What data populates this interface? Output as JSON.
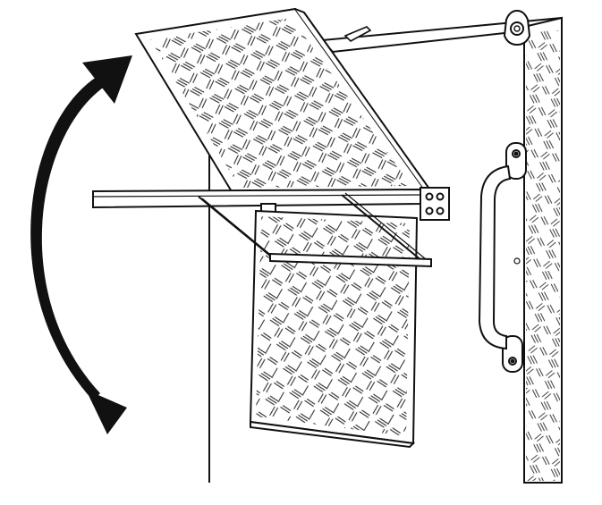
{
  "illustration": {
    "subject": "fold-down-step",
    "colors": {
      "line": "#111111",
      "fill": "#ffffff",
      "arrow": "#111111",
      "pattern": "#222222"
    },
    "states": [
      "raised",
      "lowered"
    ],
    "icons": [
      "double-arrow-icon",
      "handle-icon",
      "hinge-icon",
      "latch-icon"
    ]
  }
}
